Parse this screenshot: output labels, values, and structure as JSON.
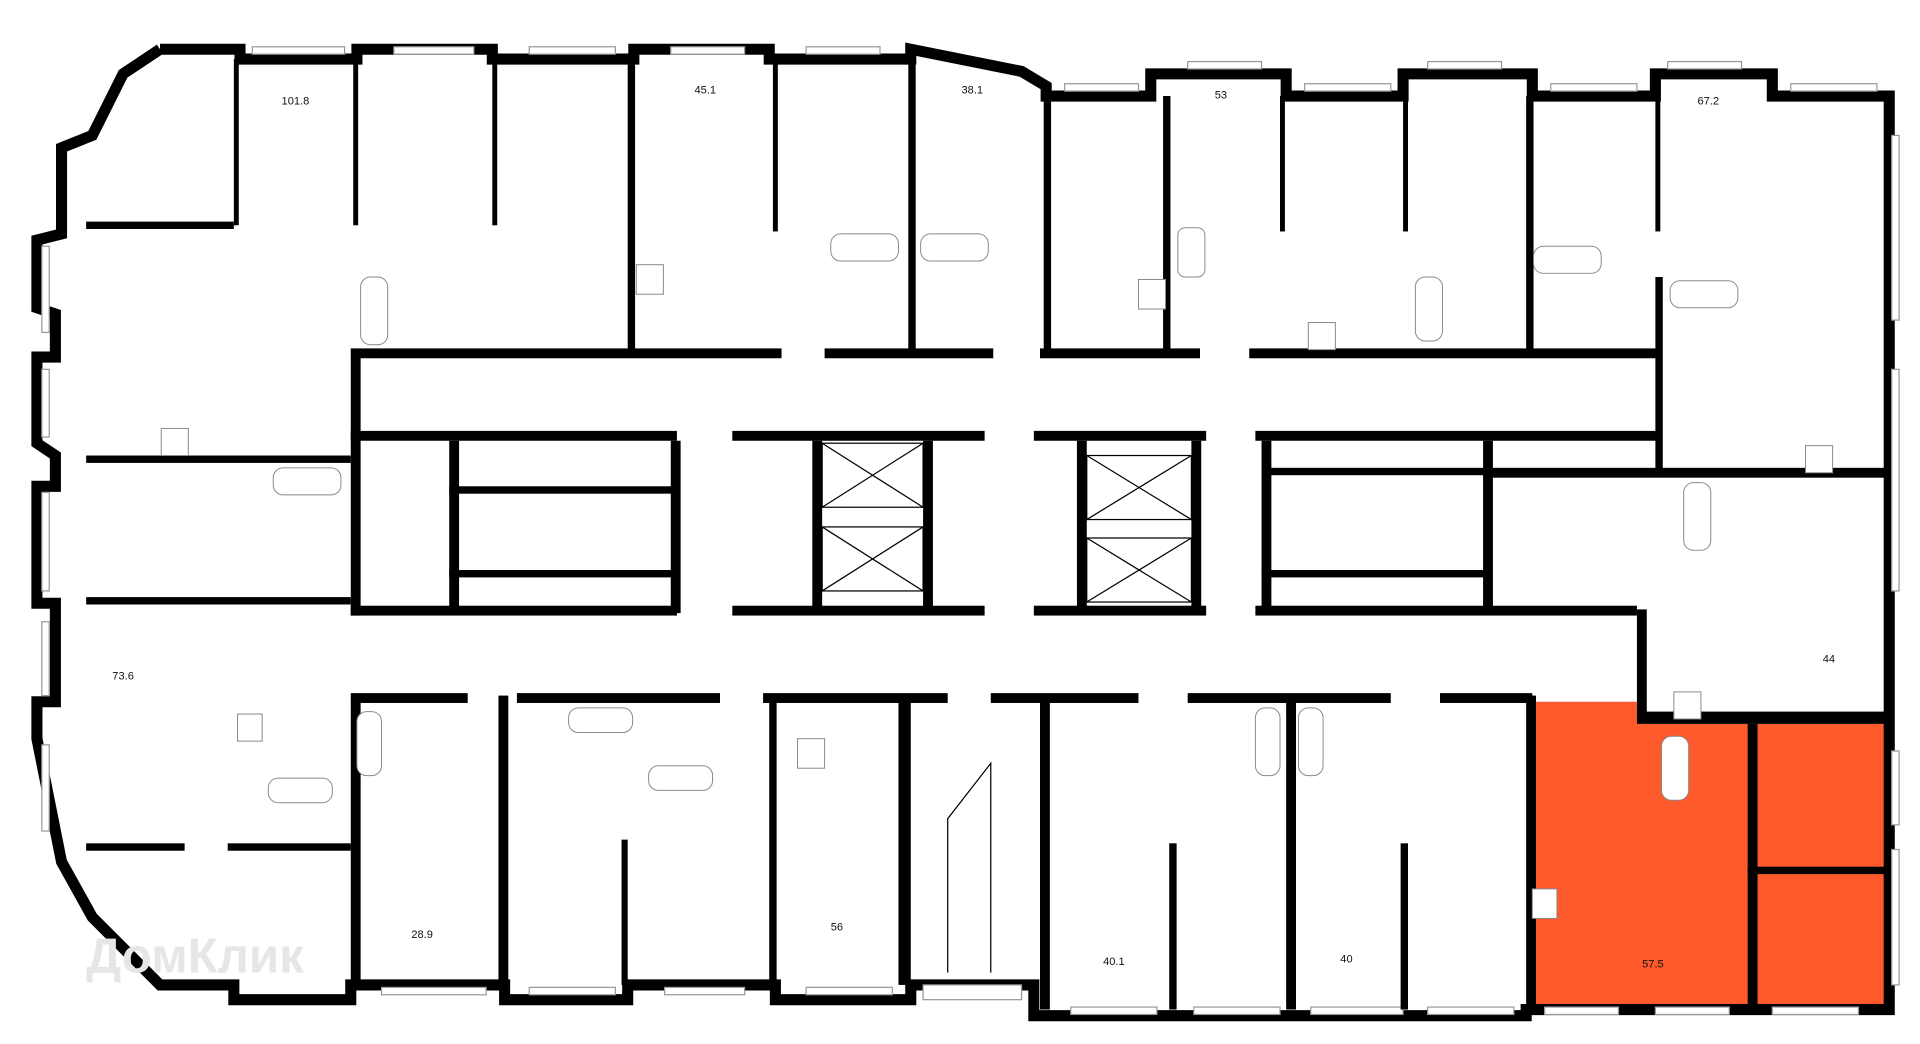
{
  "plan": {
    "highlight_color": "#FF5A2C",
    "wall_color": "#000000",
    "watermark": "ДомКлик",
    "units": [
      {
        "area": "101.8",
        "highlighted": false
      },
      {
        "area": "45.1",
        "highlighted": false
      },
      {
        "area": "38.1",
        "highlighted": false
      },
      {
        "area": "53",
        "highlighted": false
      },
      {
        "area": "67.2",
        "highlighted": false
      },
      {
        "area": "73.6",
        "highlighted": false
      },
      {
        "area": "44",
        "highlighted": false
      },
      {
        "area": "28.9",
        "highlighted": false
      },
      {
        "area": "56",
        "highlighted": false
      },
      {
        "area": "40.1",
        "highlighted": false
      },
      {
        "area": "40",
        "highlighted": false
      },
      {
        "area": "57.5",
        "highlighted": true
      }
    ]
  }
}
